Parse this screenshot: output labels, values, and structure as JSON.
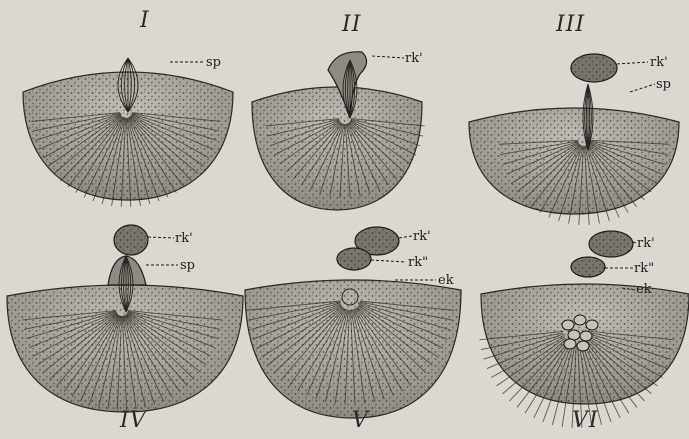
{
  "panels": [
    {
      "id": "I",
      "title": "I",
      "labels": [
        "sp"
      ]
    },
    {
      "id": "II",
      "title": "II",
      "labels": [
        "rk'"
      ]
    },
    {
      "id": "III",
      "title": "III",
      "labels": [
        "rk'",
        "sp"
      ]
    },
    {
      "id": "IV",
      "title": "IV",
      "labels": [
        "rk'",
        "sp"
      ]
    },
    {
      "id": "V",
      "title": "V",
      "labels": [
        "rk'",
        "rk\"",
        "ek"
      ]
    },
    {
      "id": "VI",
      "title": "VI",
      "labels": [
        "rk'",
        "rk\"",
        "ek"
      ]
    }
  ],
  "colors": {
    "background": "#dcd8d0",
    "cell": "#a9a49b",
    "stipple": "#3a3733",
    "line": "#222222"
  }
}
